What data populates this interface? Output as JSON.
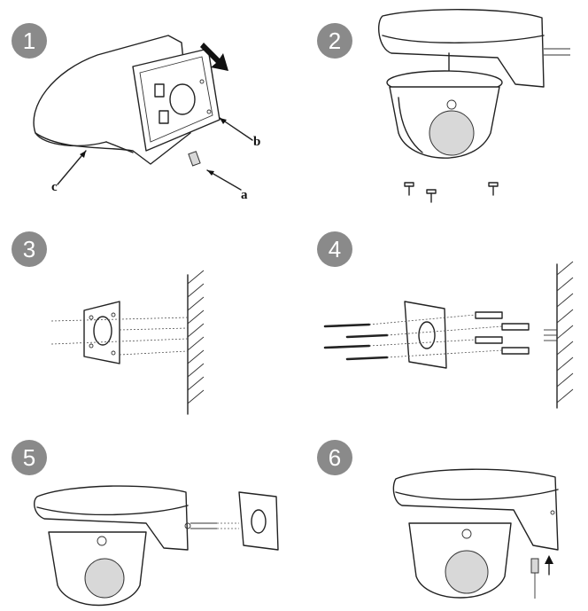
{
  "steps": [
    {
      "number": "1"
    },
    {
      "number": "2"
    },
    {
      "number": "3"
    },
    {
      "number": "4"
    },
    {
      "number": "5"
    },
    {
      "number": "6"
    }
  ],
  "callouts": {
    "a": "a",
    "b": "b",
    "c": "c"
  },
  "colors": {
    "badge": "#8a8a8a",
    "line": "#222222"
  }
}
